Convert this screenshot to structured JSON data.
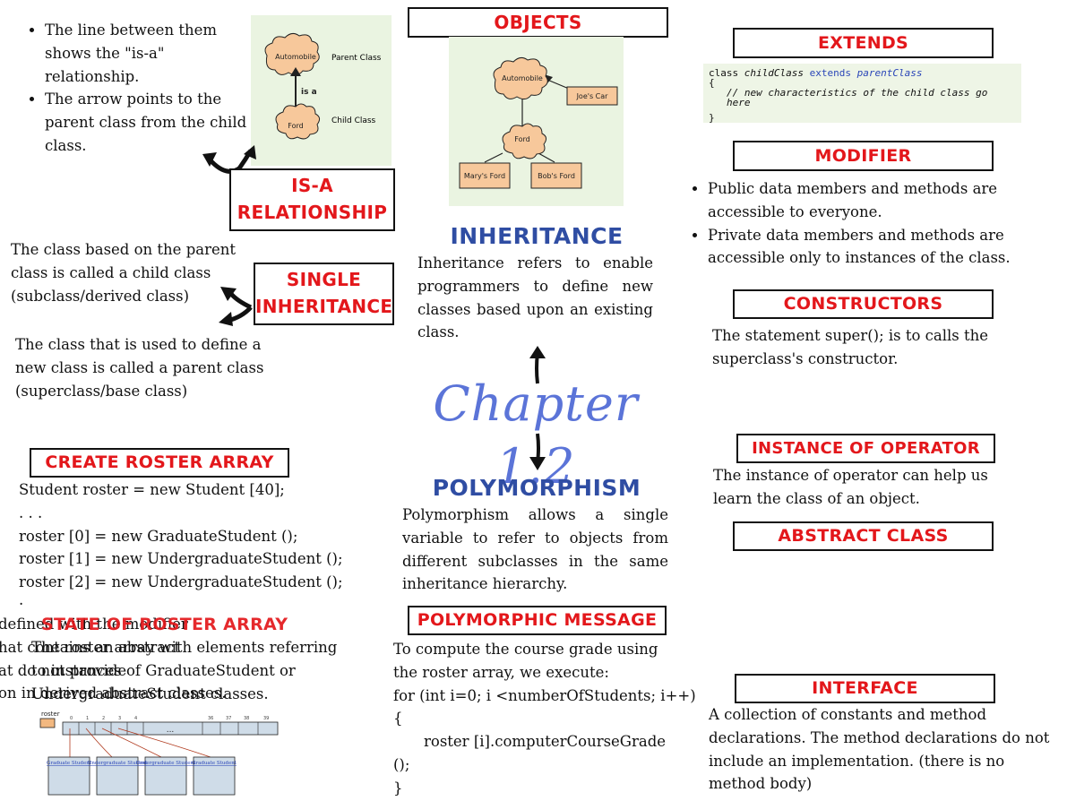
{
  "chapter_title": "Chapter 1.2",
  "inheritance": {
    "title": "INHERITANCE",
    "text": "Inheritance refers to enable programmers to define new classes based upon an existing class."
  },
  "polymorphism": {
    "title": "POLYMORPHISM",
    "text": "Polymorphism allows a single variable to refer to objects from different subclasses in the same inheritance hierarchy."
  },
  "objects": {
    "title": "OBJECTS",
    "diagram": {
      "automobile": "Automobile",
      "joes_car": "Joe's Car",
      "ford": "Ford",
      "marys_ford": "Mary's Ford",
      "bobs_ford": "Bob's Ford"
    }
  },
  "isa": {
    "bullets": [
      "The line between them shows the \"is-a\" relationship.",
      "The arrow points to the parent class from the child class."
    ],
    "title_line1": "IS-A",
    "title_line2": "RELATIONSHIP",
    "diagram": {
      "automobile": "Automobile",
      "ford": "Ford",
      "is_a": "is a",
      "parent_label": "Parent Class",
      "child_label": "Child Class"
    }
  },
  "single": {
    "title_line1": "SINGLE",
    "title_line2": "INHERITANCE",
    "child_text": "The class based on the parent class is called a child class (subclass/derived class)",
    "parent_text": "The class that is used to define a new class is called a parent class (superclass/base class)"
  },
  "roster": {
    "title": "CREATE ROSTER ARRAY",
    "lines": [
      "Student roster = new Student  [40];",
      ". . .",
      "roster [0] = new GraduateStudent ();",
      "roster [1] = new UndergraduateStudent ();",
      "roster [2] = new UndergraduateStudent ();",
      "."
    ]
  },
  "state": {
    "title": "STATE OF ROSTER ARRAY",
    "overlap_lines": [
      "defined with the modifier",
      "hat contains an abstract",
      "at do not provide",
      "on in derived abstract classes."
    ],
    "lines": [
      "The roster array with elements referring",
      "to instances of GraduateStudent or",
      "UndergraduateStudent classes."
    ],
    "diagram": {
      "roster_label": "roster",
      "indices": [
        "0",
        "1",
        "2",
        "3",
        "4",
        "36",
        "37",
        "38",
        "39"
      ],
      "ellipsis": "...",
      "objects": [
        "Graduate Student",
        "Undergraduate Student",
        "Undergraduate Student",
        "Graduate Student"
      ]
    }
  },
  "polymorphic": {
    "title": "POLYMORPHIC MESSAGE",
    "lines": [
      "To compute the course grade using",
      "the roster array, we execute:",
      "for (int i=0; i <numberOfStudents; i++)",
      "{",
      "roster [i].computerCourseGrade",
      "();",
      "}"
    ]
  },
  "extends": {
    "title": "EXTENDS",
    "code_class": "class",
    "code_child": "childClass",
    "code_extends": "extends",
    "code_parent": "parentClass",
    "code_open": "{",
    "code_comment": "// new characteristics of the child class go here",
    "code_close": "}"
  },
  "modifier": {
    "title": "MODIFIER",
    "bullets": [
      "Public data members and methods are accessible to everyone.",
      "Private data members and methods are accessible only to instances of the class."
    ]
  },
  "constructors": {
    "title": "CONSTRUCTORS",
    "text": "The statement super(); is to calls the superclass's constructor."
  },
  "instanceof": {
    "title": "INSTANCE OF OPERATOR",
    "text": "The instance of operator can help us learn the class of an object."
  },
  "abstract": {
    "title": "ABSTRACT CLASS"
  },
  "interface": {
    "title": "INTERFACE",
    "text": "A collection of constants and method declarations. The method declarations do not include an implementation. (there is no method body)"
  },
  "colors": {
    "title_red": "#e3171b",
    "heading_blue": "#2f4da3",
    "chapter_blue": "#5b74d8",
    "diagram_bg": "#eaf4e1",
    "cloud_fill": "#f7c89b"
  }
}
